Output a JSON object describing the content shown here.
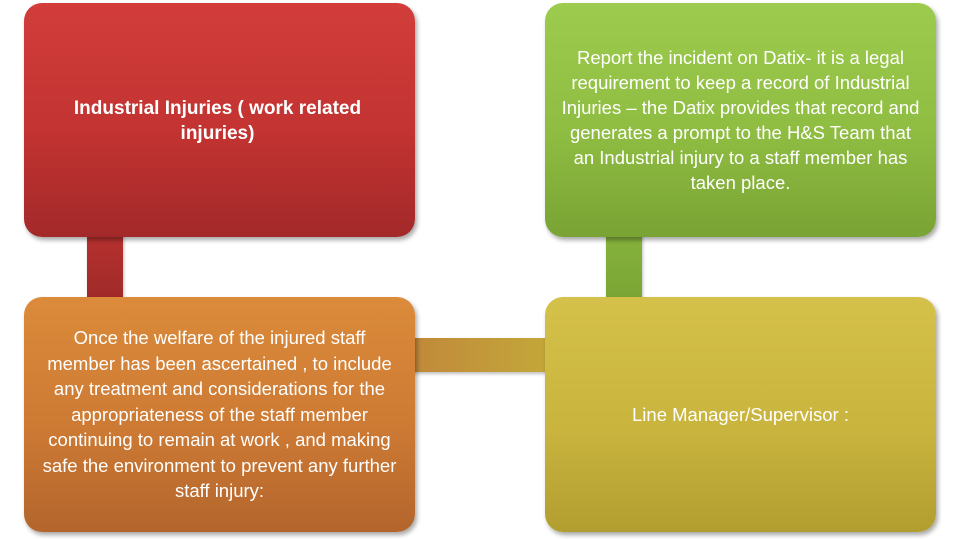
{
  "boxes": {
    "industrial_injuries": "Industrial Injuries ( work related injuries)",
    "report_incident": "Report the incident on Datix- it is a legal requirement to keep a record of Industrial Injuries – the Datix provides that record and generates a prompt to the H&S Team that an Industrial injury to a staff member has taken place.",
    "welfare": "Once the welfare of the injured staff member has been ascertained , to include any treatment and considerations for the appropriateness of the staff member continuing to remain at work , and making safe the environment to prevent any further staff injury:",
    "line_manager": "Line Manager/Supervisor :"
  },
  "colors": {
    "red": "#c23331",
    "green": "#8fbd42",
    "orange": "#cd7a34",
    "olive": "#c9b53e"
  }
}
